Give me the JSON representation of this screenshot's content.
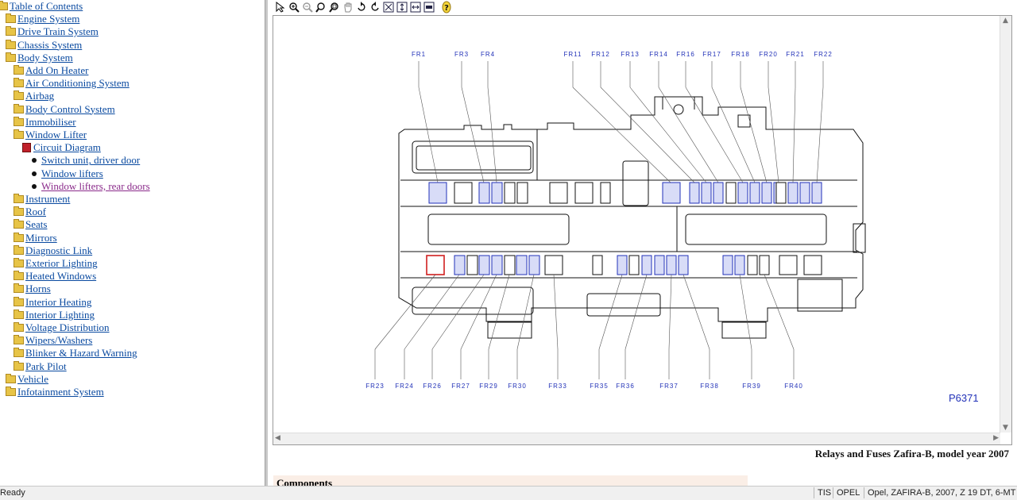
{
  "tree": {
    "items": [
      {
        "label": "Table of Contents",
        "level": 0,
        "icon": "folder"
      },
      {
        "label": "Engine System",
        "level": 1,
        "icon": "folder"
      },
      {
        "label": "Drive Train System",
        "level": 1,
        "icon": "folder"
      },
      {
        "label": "Chassis System",
        "level": 1,
        "icon": "folder"
      },
      {
        "label": "Body System",
        "level": 1,
        "icon": "folder"
      },
      {
        "label": "Add On Heater",
        "level": 2,
        "icon": "folder"
      },
      {
        "label": "Air Conditioning System",
        "level": 2,
        "icon": "folder"
      },
      {
        "label": "Airbag",
        "level": 2,
        "icon": "folder"
      },
      {
        "label": "Body Control System",
        "level": 2,
        "icon": "folder"
      },
      {
        "label": "Immobiliser",
        "level": 2,
        "icon": "folder"
      },
      {
        "label": "Window Lifter",
        "level": 2,
        "icon": "folder"
      },
      {
        "label": "Circuit Diagram",
        "level": 3,
        "icon": "book"
      },
      {
        "label": "Switch unit, driver door",
        "level": 4,
        "icon": "bullet"
      },
      {
        "label": "Window lifters",
        "level": 4,
        "icon": "bullet"
      },
      {
        "label": "Window lifters, rear doors",
        "level": 4,
        "icon": "bullet",
        "visited": true
      },
      {
        "label": "Instrument",
        "level": 2,
        "icon": "folder"
      },
      {
        "label": "Roof",
        "level": 2,
        "icon": "folder"
      },
      {
        "label": "Seats",
        "level": 2,
        "icon": "folder"
      },
      {
        "label": "Mirrors",
        "level": 2,
        "icon": "folder"
      },
      {
        "label": "Diagnostic Link",
        "level": 2,
        "icon": "folder"
      },
      {
        "label": "Exterior Lighting",
        "level": 2,
        "icon": "folder"
      },
      {
        "label": "Heated Windows",
        "level": 2,
        "icon": "folder"
      },
      {
        "label": "Horns",
        "level": 2,
        "icon": "folder"
      },
      {
        "label": "Interior Heating",
        "level": 2,
        "icon": "folder"
      },
      {
        "label": "Interior Lighting",
        "level": 2,
        "icon": "folder"
      },
      {
        "label": "Voltage Distribution",
        "level": 2,
        "icon": "folder"
      },
      {
        "label": "Wipers/Washers",
        "level": 2,
        "icon": "folder"
      },
      {
        "label": "Blinker & Hazard Warning",
        "level": 2,
        "icon": "folder"
      },
      {
        "label": "Park Pilot",
        "level": 2,
        "icon": "folder"
      },
      {
        "label": "Vehicle",
        "level": 1,
        "icon": "folder"
      },
      {
        "label": "Infotainment System",
        "level": 1,
        "icon": "folder"
      }
    ]
  },
  "toolbar": {
    "tools": [
      "select-arrow-icon",
      "zoom-in-icon",
      "zoom-out-icon",
      "zoom-icon",
      "zoom-area-icon",
      "pan-hand-icon",
      "rotate-ccw-icon",
      "rotate-cw-icon",
      "fit-page-icon",
      "fit-height-icon",
      "fit-width-icon",
      "print-icon",
      "help-icon"
    ],
    "help_glyph": "?"
  },
  "diagram": {
    "top_labels": [
      "FR1",
      "FR3",
      "FR4",
      "FR11",
      "FR12",
      "FR13",
      "FR14",
      "FR16",
      "FR17",
      "FR18",
      "FR20",
      "FR21",
      "FR22"
    ],
    "bottom_labels": [
      "FR23",
      "FR24",
      "FR26",
      "FR27",
      "FR29",
      "FR30",
      "FR33",
      "FR35",
      "FR36",
      "FR37",
      "FR38",
      "FR39",
      "FR40"
    ],
    "drawing_id": "P6371",
    "accent": "#2232b8",
    "highlight": "#d02020"
  },
  "caption": "Relays and Fuses Zafira-B, model year 2007",
  "components_heading": "Components",
  "status": {
    "text": "Ready",
    "panel_tis": "TIS",
    "panel_brand": "OPEL",
    "panel_vehicle": "Opel, ZAFIRA-B, 2007, Z 19 DT, 6-MT"
  }
}
